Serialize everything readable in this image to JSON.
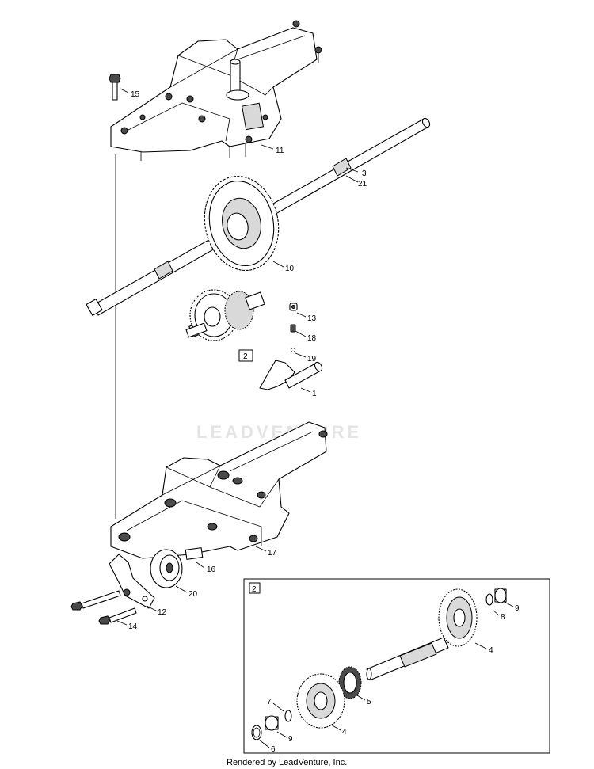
{
  "watermark": "LEADVENTURE",
  "credit": "Rendered by LeadVenture, Inc.",
  "subassembly_tag": "2",
  "callouts": {
    "c1": "1",
    "c3": "3",
    "c10": "10",
    "c11": "11",
    "c12": "12",
    "c13": "13",
    "c14": "14",
    "c15": "15",
    "c16": "16",
    "c17": "17",
    "c18": "18",
    "c19": "19",
    "c20": "20",
    "c21": "21",
    "d4a": "4",
    "d4b": "4",
    "d5": "5",
    "d6": "6",
    "d7": "7",
    "d8": "8",
    "d9a": "9",
    "d9b": "9"
  }
}
